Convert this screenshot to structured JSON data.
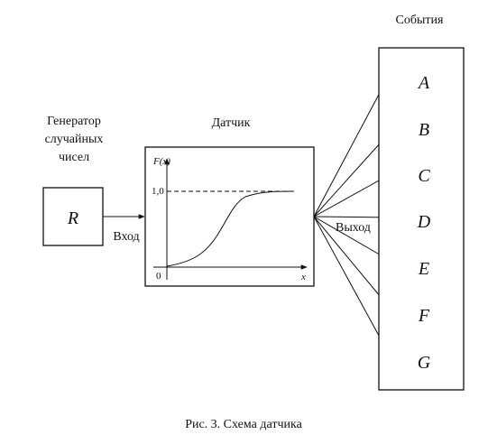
{
  "generator": {
    "line1": "Генератор",
    "line2": "случайных",
    "line3": "чисел",
    "symbol": "R"
  },
  "input_label": "Вход",
  "sensor": {
    "title": "Датчик",
    "y_axis_label": "F(x)",
    "x_axis_label": "x",
    "tick_top": "1,0",
    "tick_zero": "0"
  },
  "output_label": "Выход",
  "events": {
    "title": "События",
    "items": [
      "A",
      "B",
      "C",
      "D",
      "E",
      "F",
      "G"
    ]
  },
  "caption": "Рис. 3. Схема датчика"
}
